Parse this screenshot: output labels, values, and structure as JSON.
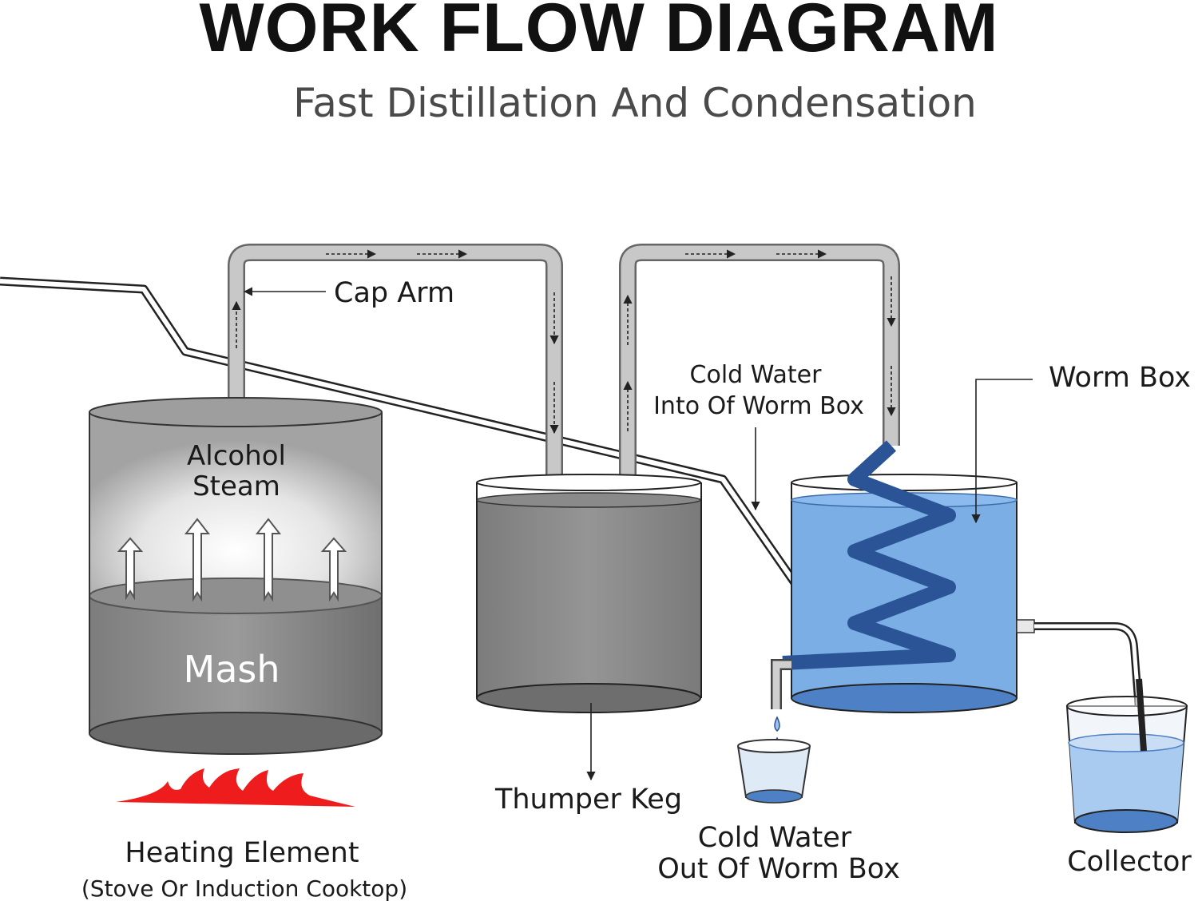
{
  "title": "WORK FLOW DIAGRAM",
  "subtitle": "Fast Distillation And Condensation",
  "labels": {
    "cap_arm": "Cap Arm",
    "alcohol": "Alcohol",
    "steam": "Steam",
    "mash": "Mash",
    "cold_water_in_1": "Cold Water",
    "cold_water_in_2": "Into Of Worm Box",
    "worm_box": "Worm Box",
    "thumper_keg": "Thumper Keg",
    "heating_element": "Heating Element",
    "heating_sub": "(Stove Or Induction Cooktop)",
    "cold_water_out_1": "Cold Water",
    "cold_water_out_2": "Out Of Worm Box",
    "collector": "Collector"
  },
  "colors": {
    "water_blue": "#7aaee4",
    "coil_blue": "#2b5496",
    "flame_red": "#ee1c1c",
    "pipe_gray": "#c8c8c8",
    "keg_gray": "#8c8c8c"
  }
}
